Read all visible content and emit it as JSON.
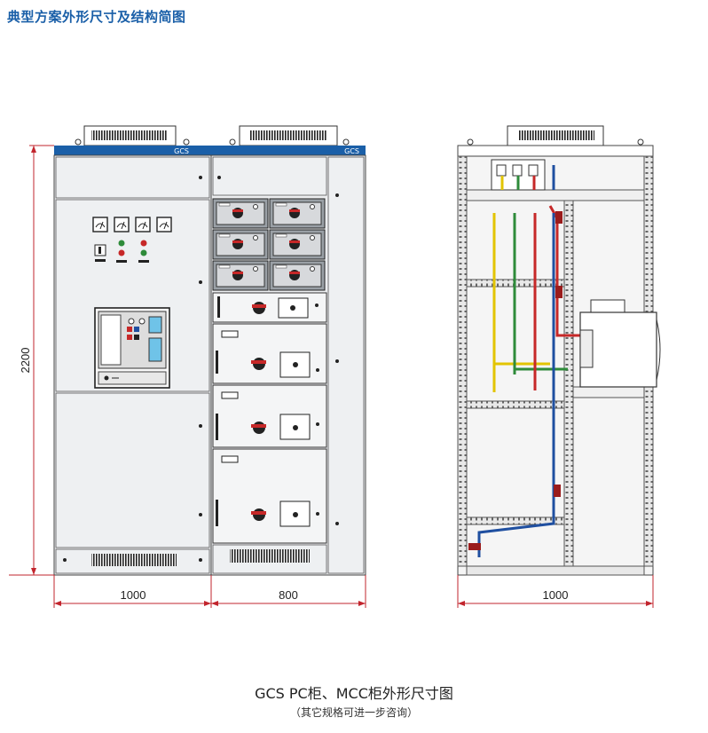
{
  "header": {
    "title": "典型方案外形尺寸及结构简图"
  },
  "front_view": {
    "height_label": "2200",
    "left_cabinet": {
      "label": "GCS",
      "width_label": "1000"
    },
    "right_cabinet": {
      "label": "GCS",
      "width_label": "800"
    }
  },
  "side_view": {
    "width_label": "1000"
  },
  "caption": {
    "title": "GCS  PC柜、MCC柜外形尺寸图",
    "note": "（其它规格可进一步咨询）"
  },
  "colors": {
    "brand_blue": "#1a5fa8",
    "dimension_red": "#c2252d",
    "panel_fill": "#eceef0",
    "bus_yellow": "#e2c400",
    "bus_green": "#2e8b3a",
    "bus_red": "#c62828",
    "bus_blue": "#1f4fa0"
  }
}
